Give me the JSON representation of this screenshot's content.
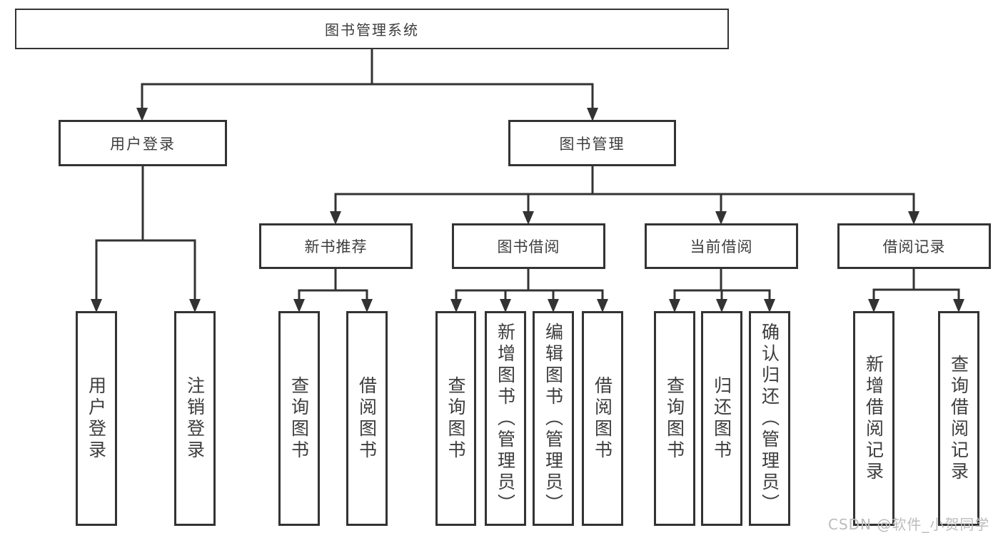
{
  "colors": {
    "line": "#333333",
    "box_border": "#333333",
    "box_background": "#ffffff",
    "text": "#3d3d3d",
    "watermark": "#bcbcbc"
  },
  "watermark": {
    "text": "CSDN @软件_小贺同学"
  },
  "tree": {
    "root": {
      "label": "图书管理系统"
    },
    "user_login": {
      "label": "用户登录",
      "children": [
        "用户登录",
        "注销登录"
      ]
    },
    "book_mgmt": {
      "label": "图书管理"
    },
    "new_books": {
      "label": "新书推荐",
      "children": [
        "查询图书",
        "借阅图书"
      ]
    },
    "book_borrow": {
      "label": "图书借阅",
      "children": [
        "查询图书",
        "新增图书（管理员）",
        "编辑图书（管理员）",
        "借阅图书"
      ]
    },
    "current_borrow": {
      "label": "当前借阅",
      "children": [
        "查询图书",
        "归还图书",
        "确认归还（管理员）"
      ]
    },
    "borrow_records": {
      "label": "借阅记录",
      "children": [
        "新增借阅记录",
        "查询借阅记录"
      ]
    }
  }
}
